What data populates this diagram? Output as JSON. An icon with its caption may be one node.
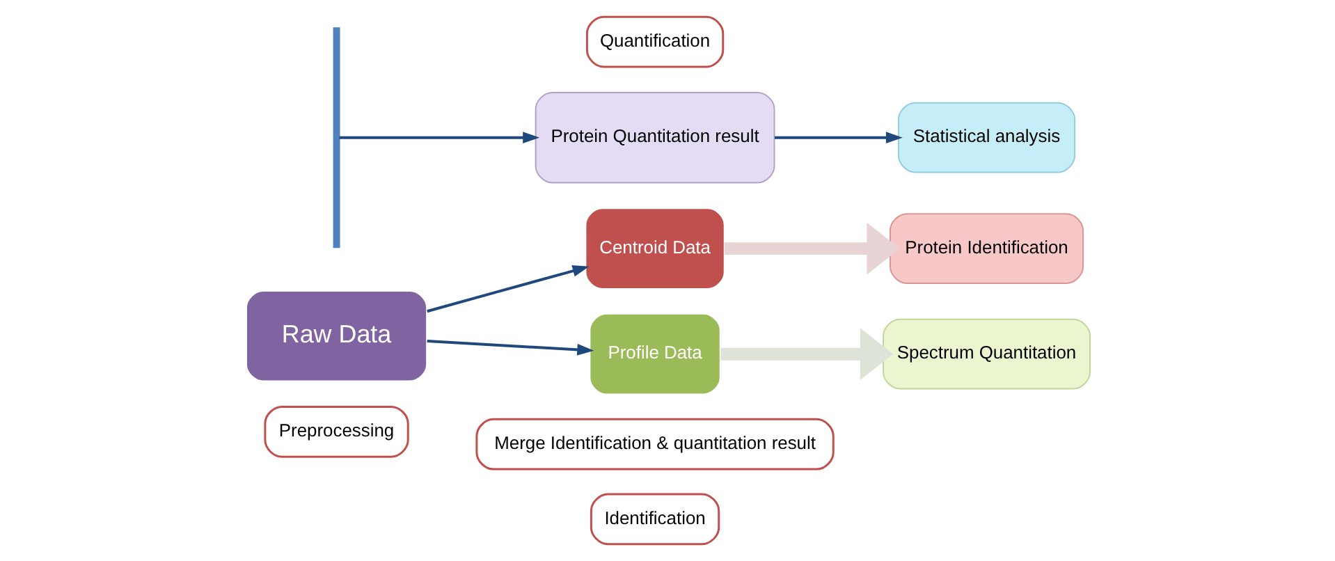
{
  "diagram": {
    "nodes": [
      {
        "text": [
          "Preprocessing"
        ]
      },
      {
        "text": [
          "Identification"
        ]
      },
      {
        "text": [
          "Merge Identification & quantitation result"
        ]
      },
      {
        "text": [
          "Raw Data"
        ]
      },
      {
        "text": [
          "Centroid Data"
        ]
      },
      {
        "text": [
          "Protein Identification"
        ]
      },
      {
        "text": [
          "Profile Data"
        ]
      },
      {
        "text": [
          "Spectrum Quantitation"
        ]
      },
      {
        "text": [],
        "shape": "bar"
      },
      {
        "text": [
          "Protein Quantitation result"
        ]
      },
      {
        "text": [
          "Statistical analysis"
        ]
      },
      {
        "text": [
          "Quantification"
        ]
      }
    ],
    "edges": [
      {
        "from": 3,
        "to": 4,
        "arrow": "to"
      },
      {
        "from": 3,
        "to": 6,
        "arrow": "to"
      },
      {
        "from": 4,
        "to": 5,
        "arrow": "to",
        "style": "thick",
        "color": "#e8d4d4"
      },
      {
        "from": 6,
        "to": 7,
        "arrow": "to",
        "style": "thick",
        "color": "#dde3d6"
      },
      {
        "from": 8,
        "to": 9,
        "arrow": "to"
      },
      {
        "from": 9,
        "to": 10,
        "arrow": "to"
      }
    ]
  }
}
